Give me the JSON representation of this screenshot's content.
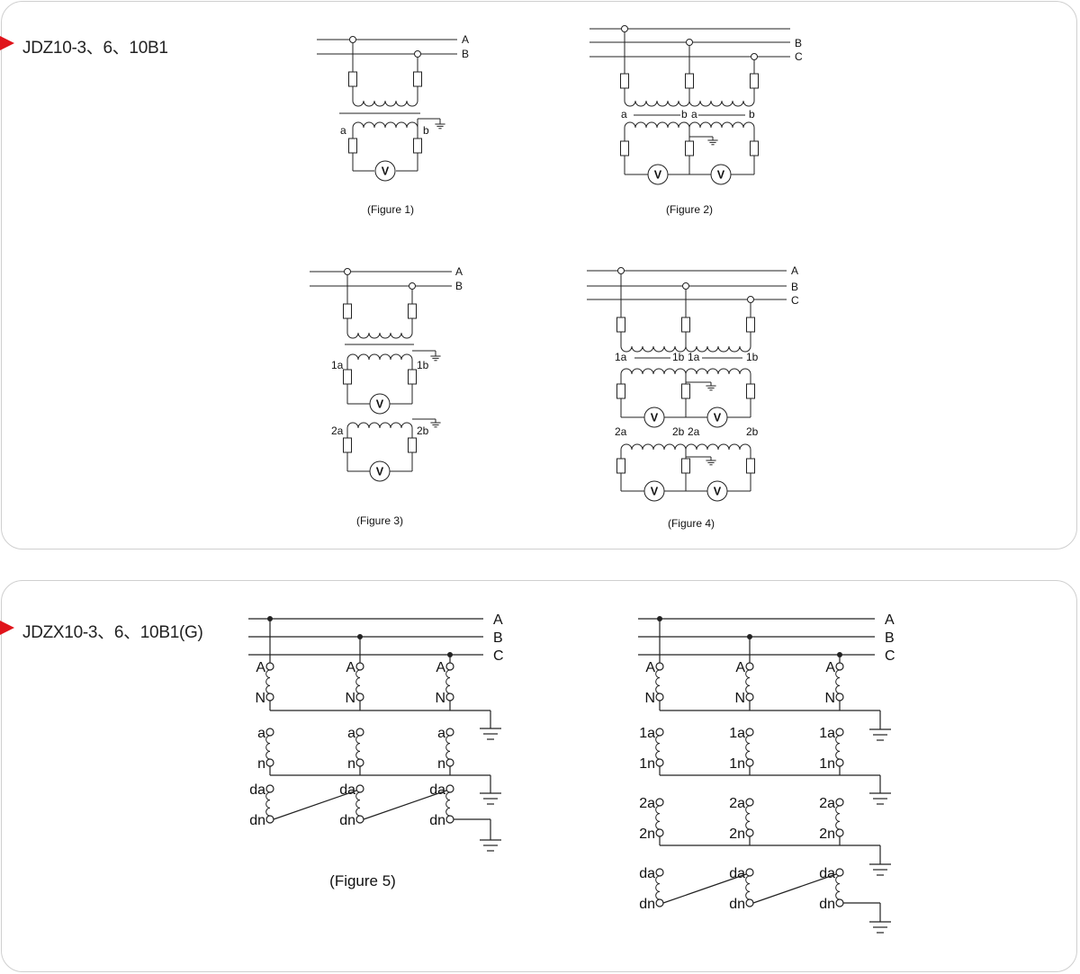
{
  "section1": {
    "title": "JDZ10-3、6、10B1"
  },
  "section2": {
    "title": "JDZX10-3、6、10B1(G)"
  },
  "colors": {
    "marker": "#e0141b",
    "line": "#222222",
    "border": "#cfcfcf"
  },
  "meter_symbol": "V",
  "figure1": {
    "caption": "(Figure 1)",
    "bus": [
      "A",
      "B"
    ],
    "secondary_left": "a",
    "secondary_right": "b"
  },
  "figure2": {
    "caption": "(Figure 2)",
    "bus": [
      "B",
      "C"
    ],
    "labels": [
      "a",
      "b",
      "a",
      "b"
    ]
  },
  "figure3": {
    "caption": "(Figure 3)",
    "bus": [
      "A",
      "B"
    ],
    "labels": [
      "1a",
      "1b",
      "2a",
      "2b"
    ]
  },
  "figure4": {
    "caption": "(Figure 4)",
    "bus": [
      "A",
      "B",
      "C"
    ],
    "labels1": [
      "1a",
      "1b",
      "1a",
      "1b"
    ],
    "labels2": [
      "2a",
      "2b",
      "2a",
      "2b"
    ]
  },
  "figure5": {
    "caption": "(Figure 5)",
    "bus": [
      "A",
      "B",
      "C"
    ],
    "terminals": [
      "A",
      "N",
      "a",
      "n",
      "da",
      "dn"
    ]
  },
  "figure6": {
    "bus": [
      "A",
      "B",
      "C"
    ],
    "terminals": [
      "A",
      "N",
      "1a",
      "1n",
      "2a",
      "2n",
      "da",
      "dn"
    ]
  }
}
